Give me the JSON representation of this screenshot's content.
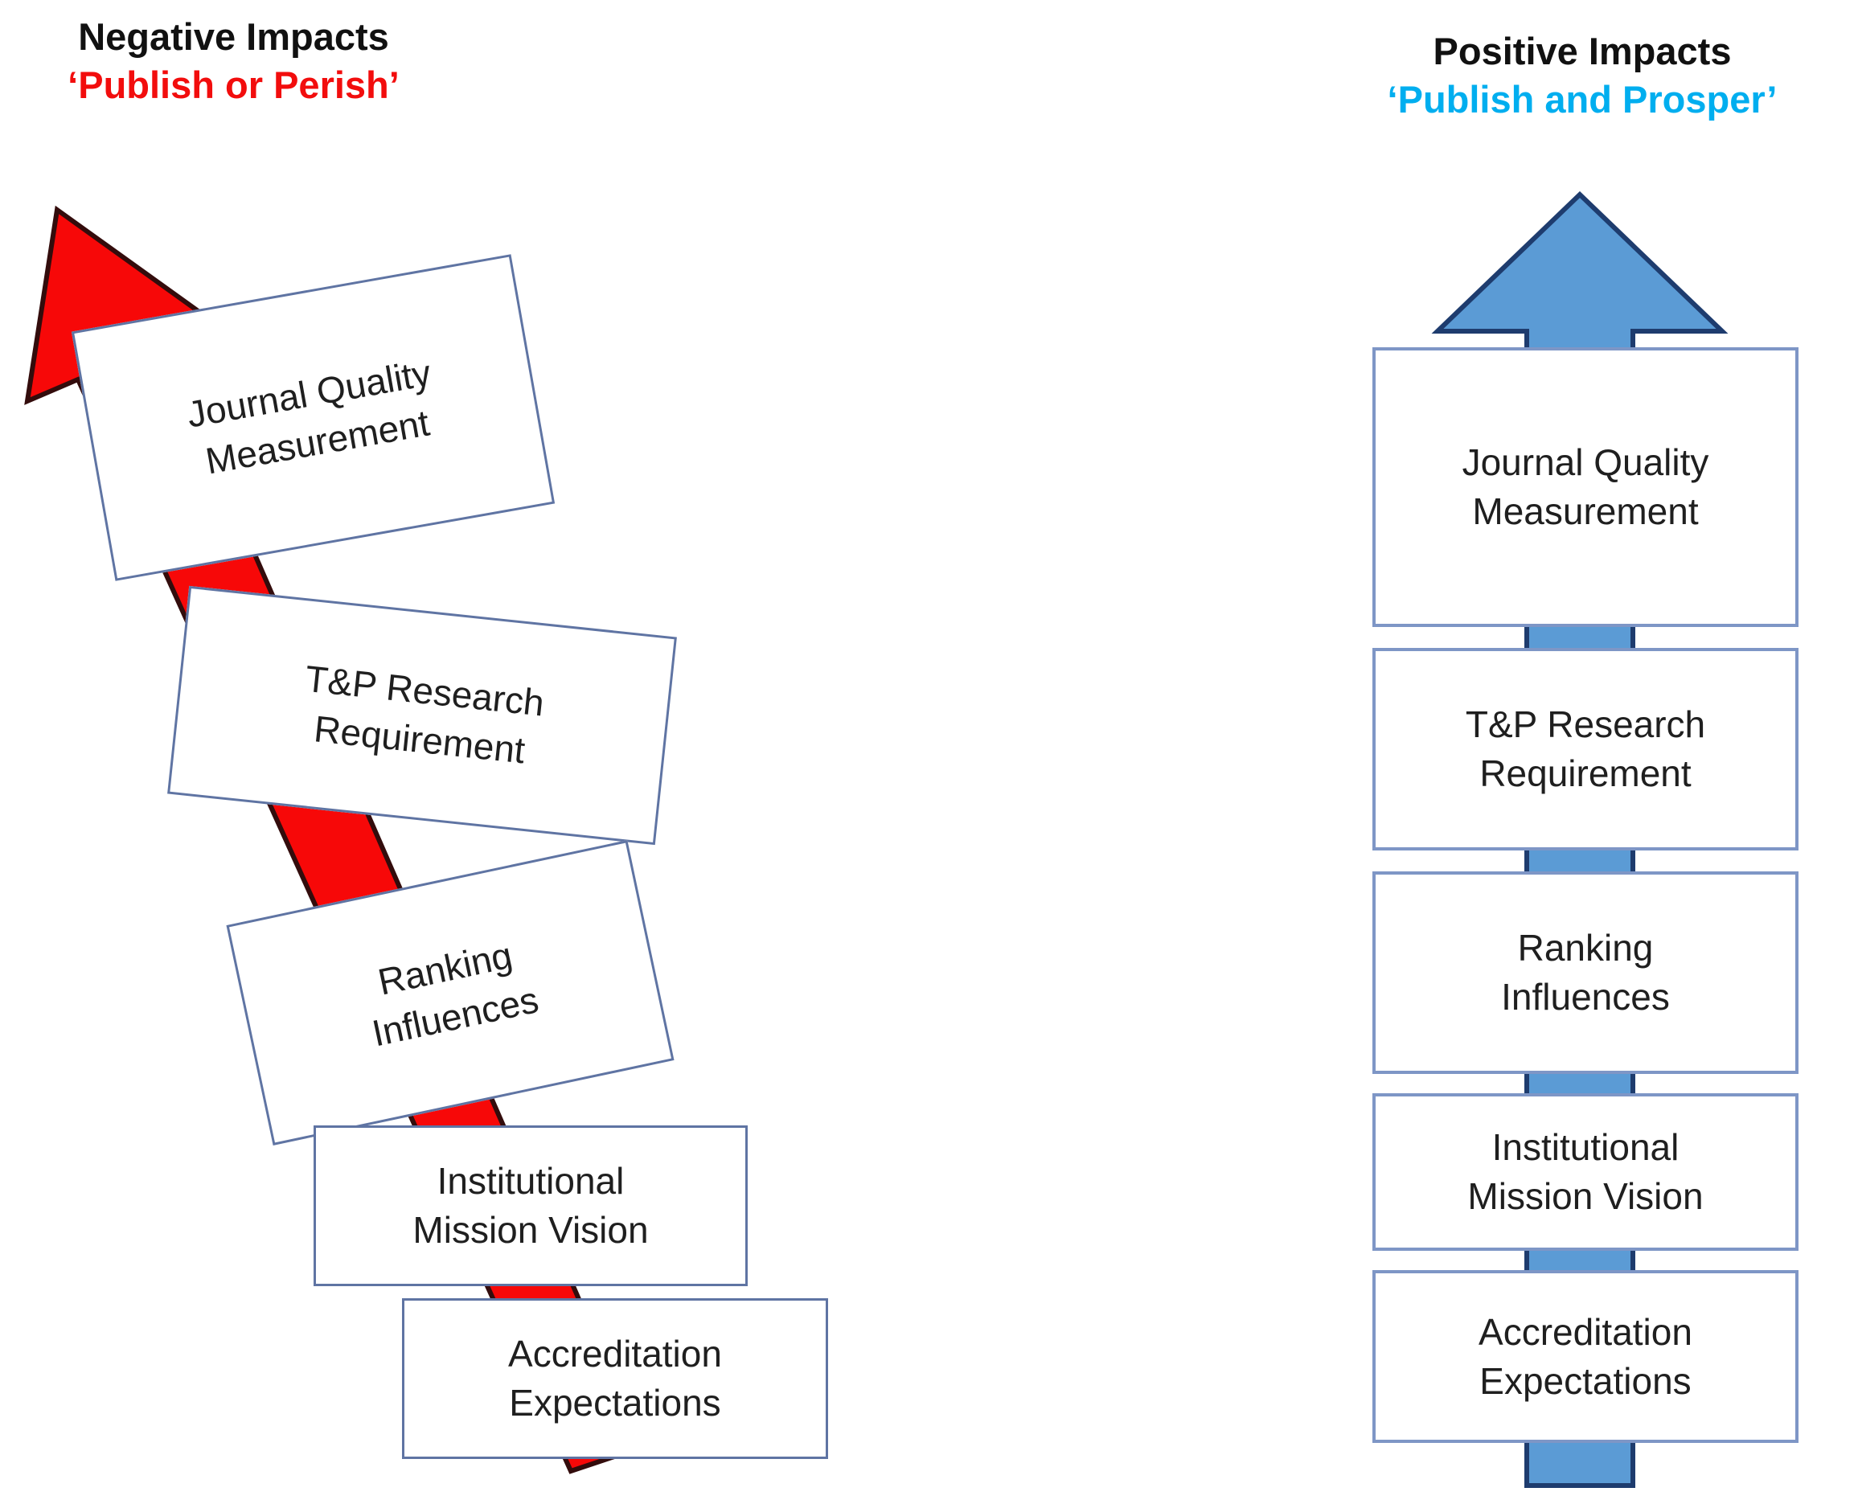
{
  "left_panel": {
    "heading": "Negative Impacts",
    "subheading": "‘Publish or Perish’",
    "subheading_color": "#f20d0d",
    "arrow_color": "#f70808",
    "arrow_outline": "#330c0c",
    "boxes": [
      {
        "label": "Journal Quality\nMeasurement"
      },
      {
        "label": "T&P Research\nRequirement"
      },
      {
        "label": "Ranking\nInfluences"
      },
      {
        "label": "Institutional\nMission Vision"
      },
      {
        "label": "Accreditation\nExpectations"
      }
    ]
  },
  "right_panel": {
    "heading": "Positive Impacts",
    "subheading": "‘Publish and Prosper’",
    "subheading_color": "#00aeef",
    "arrow_color": "#5b9bd5",
    "arrow_outline": "#1e3c6e",
    "boxes": [
      {
        "label": "Journal Quality\nMeasurement"
      },
      {
        "label": "T&P Research\nRequirement"
      },
      {
        "label": "Ranking\nInfluences"
      },
      {
        "label": "Institutional\nMission Vision"
      },
      {
        "label": "Accreditation\nExpectations"
      }
    ]
  }
}
